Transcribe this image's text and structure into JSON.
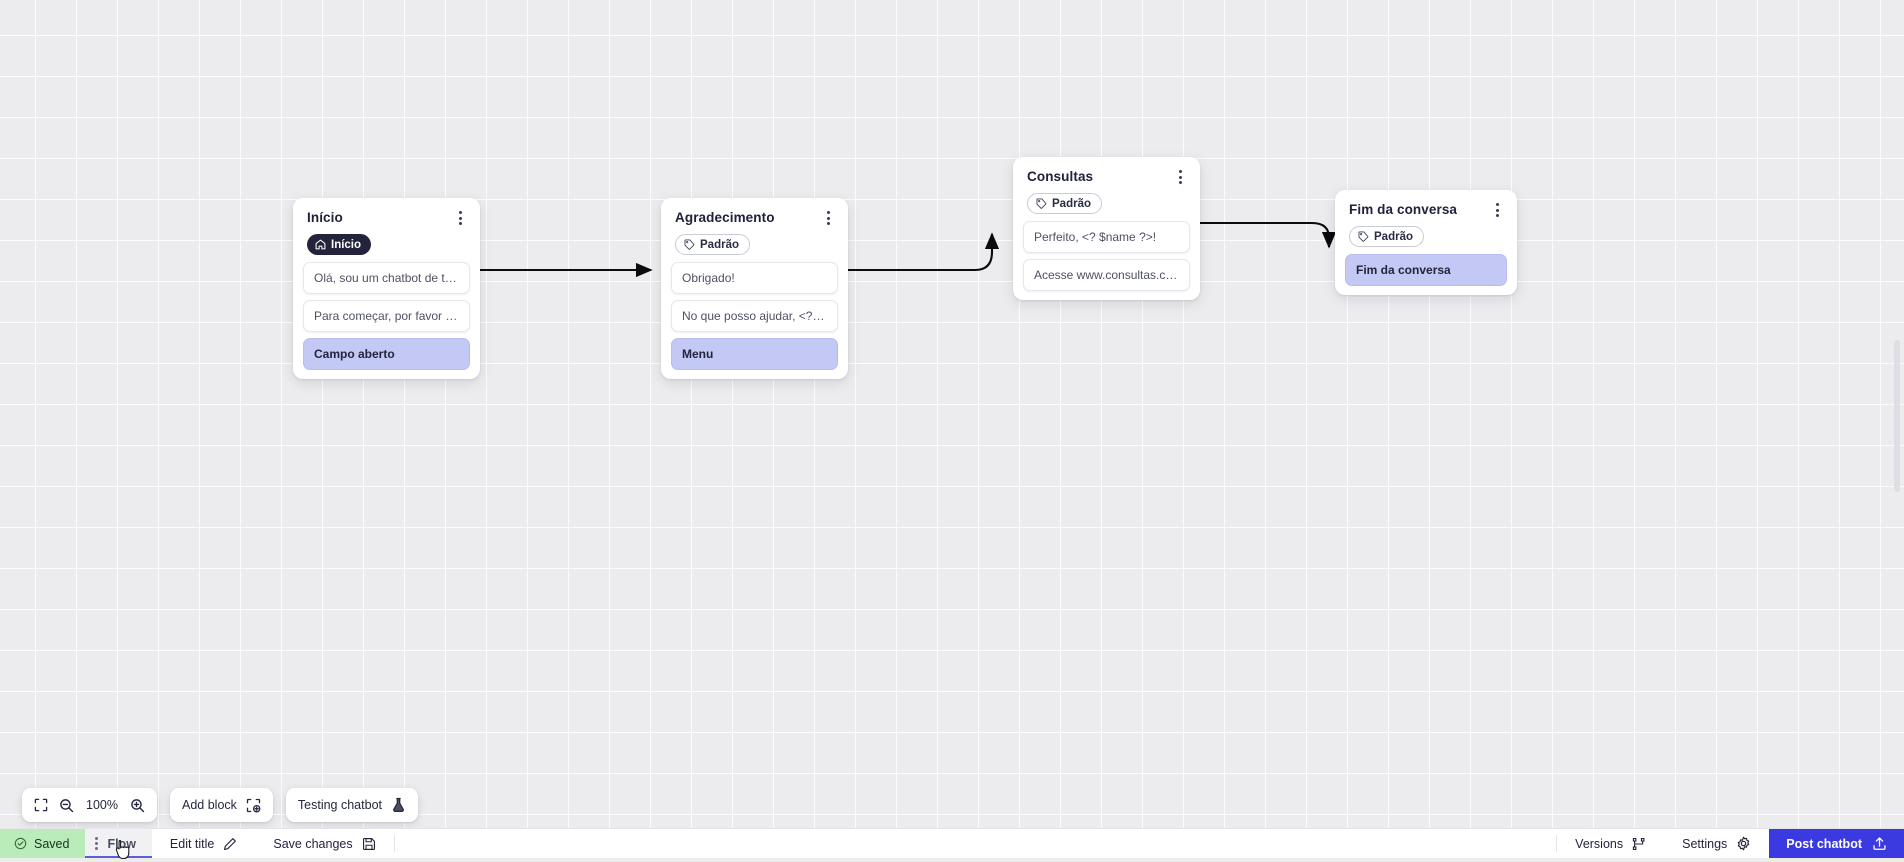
{
  "canvas": {
    "zoom_level": "100%",
    "grid": "on"
  },
  "nodes": [
    {
      "id": "inicio",
      "title": "Início",
      "badge": {
        "label": "Início",
        "icon": "home-icon",
        "style": "dark"
      },
      "messages": [
        {
          "text": "Olá, sou um chatbot de teste!",
          "style": "plain"
        },
        {
          "text": "Para começar, por favor digite o ...",
          "style": "plain"
        },
        {
          "text": "Campo aberto",
          "style": "accent"
        }
      ]
    },
    {
      "id": "agradecimento",
      "title": "Agradecimento",
      "badge": {
        "label": "Padrão",
        "icon": "tag-icon",
        "style": "outline"
      },
      "messages": [
        {
          "text": "Obrigado!",
          "style": "plain"
        },
        {
          "text": "No que posso ajudar, <? $name ...",
          "style": "plain"
        },
        {
          "text": "Menu",
          "style": "accent"
        }
      ]
    },
    {
      "id": "consultas",
      "title": "Consultas",
      "badge": {
        "label": "Padrão",
        "icon": "tag-icon",
        "style": "outline"
      },
      "messages": [
        {
          "text": "Perfeito, <? $name ?>!",
          "style": "plain"
        },
        {
          "text": "Acesse www.consultas.com par...",
          "style": "plain"
        }
      ]
    },
    {
      "id": "fim-da-conversa",
      "title": "Fim da conversa",
      "badge": {
        "label": "Padrão",
        "icon": "tag-icon",
        "style": "outline"
      },
      "messages": [
        {
          "text": "Fim da conversa",
          "style": "accent"
        }
      ]
    }
  ],
  "toolbar": {
    "fit_icon": "fit-screen-icon",
    "zoom_out_icon": "zoom-out-icon",
    "zoom_value": "100%",
    "zoom_in_icon": "zoom-in-icon",
    "add_block_label": "Add block",
    "add_block_icon": "add-block-icon",
    "testing_chatbot_label": "Testing chatbot",
    "testing_chatbot_icon": "flask-icon"
  },
  "bottom_bar": {
    "saved_label": "Saved",
    "saved_icon": "check-circle-icon",
    "flow_tab_label": "Flow",
    "flow_tab_menu_icon": "kebab-menu-icon",
    "edit_title_label": "Edit title",
    "edit_title_icon": "pencil-icon",
    "save_changes_label": "Save changes",
    "save_changes_icon": "floppy-disk-icon",
    "versions_label": "Versions",
    "versions_icon": "branch-icon",
    "settings_label": "Settings",
    "settings_icon": "gear-icon",
    "post_chatbot_label": "Post chatbot",
    "post_chatbot_icon": "upload-icon"
  },
  "colors": {
    "accent_blue": "#3b39e0",
    "accent_lavender": "#c4c8f4",
    "saved_green": "#b9ecb9",
    "dark_badge": "#23243c",
    "tab_underline": "#5b5fd6"
  }
}
